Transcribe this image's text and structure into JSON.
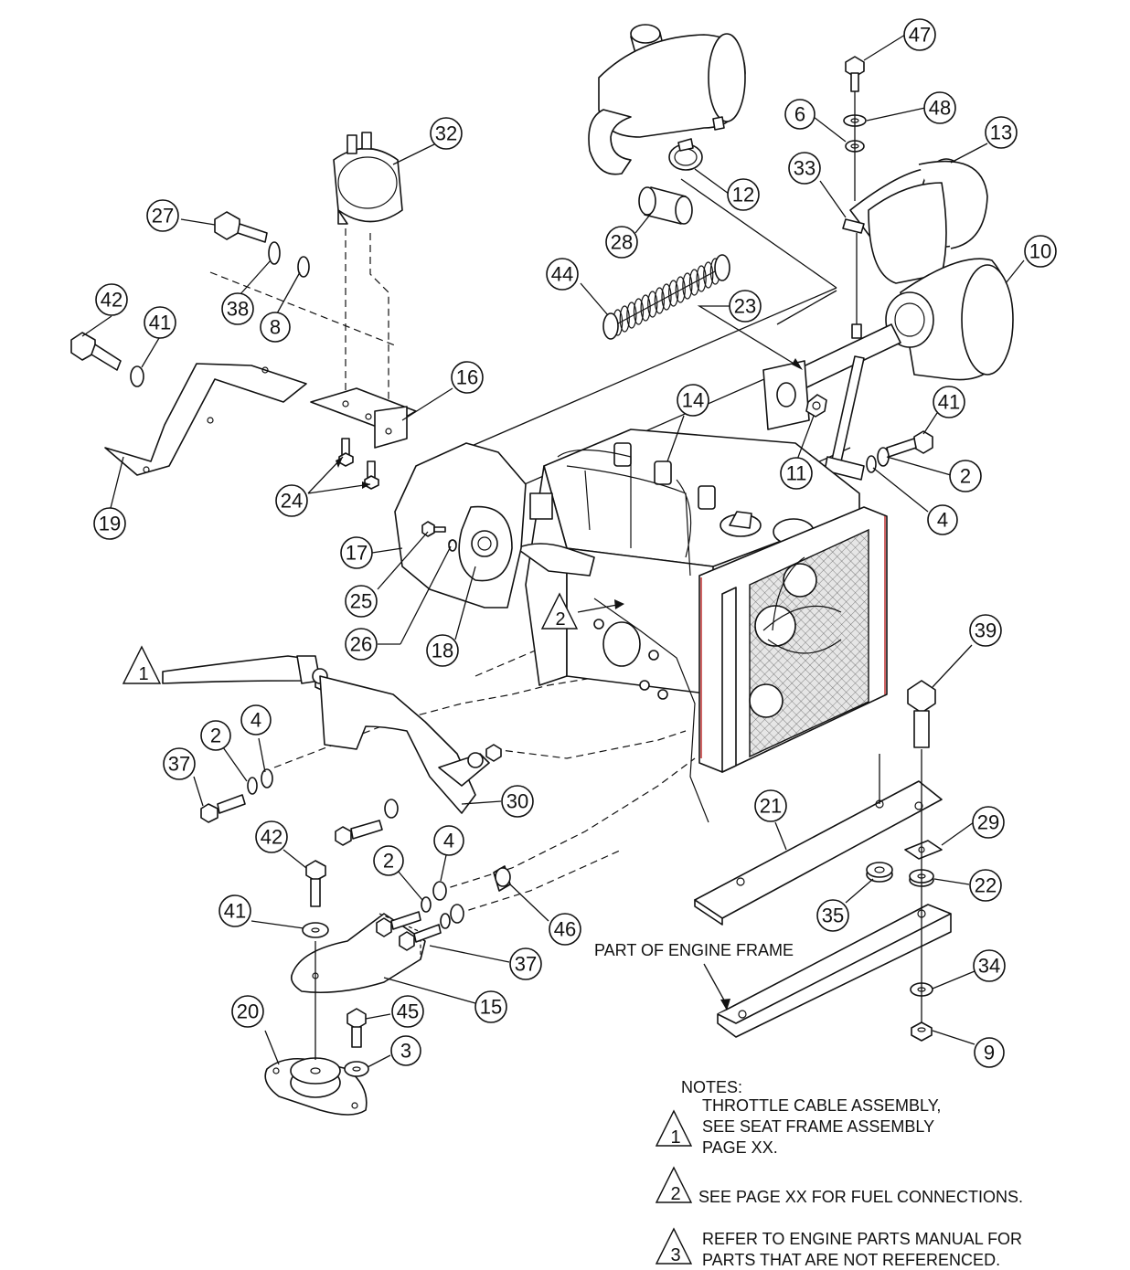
{
  "notes": {
    "heading": "NOTES:",
    "items": [
      {
        "symbol": "1",
        "lines": [
          "THROTTLE CABLE ASSEMBLY,",
          "SEE SEAT FRAME ASSEMBLY",
          "PAGE XX."
        ]
      },
      {
        "symbol": "2",
        "lines": [
          "SEE PAGE XX FOR FUEL CONNECTIONS."
        ]
      },
      {
        "symbol": "3",
        "lines": [
          "REFER TO ENGINE PARTS MANUAL FOR",
          "PARTS THAT ARE NOT REFERENCED."
        ]
      }
    ]
  },
  "frame_label": "PART OF ENGINE FRAME",
  "diagram_markers": {
    "cable_marker": "1",
    "fuel_marker": "2"
  },
  "callouts": [
    {
      "id": "c47",
      "label": "47"
    },
    {
      "id": "c48",
      "label": "48"
    },
    {
      "id": "c6",
      "label": "6"
    },
    {
      "id": "c13",
      "label": "13"
    },
    {
      "id": "c32",
      "label": "32"
    },
    {
      "id": "c33",
      "label": "33"
    },
    {
      "id": "c12",
      "label": "12"
    },
    {
      "id": "c28",
      "label": "28"
    },
    {
      "id": "c10",
      "label": "10"
    },
    {
      "id": "c27",
      "label": "27"
    },
    {
      "id": "c38",
      "label": "38"
    },
    {
      "id": "c8",
      "label": "8"
    },
    {
      "id": "c44",
      "label": "44"
    },
    {
      "id": "c42a",
      "label": "42"
    },
    {
      "id": "c41a",
      "label": "41"
    },
    {
      "id": "c23",
      "label": "23"
    },
    {
      "id": "c16",
      "label": "16"
    },
    {
      "id": "c14",
      "label": "14"
    },
    {
      "id": "c41b",
      "label": "41"
    },
    {
      "id": "c11",
      "label": "11"
    },
    {
      "id": "c2a",
      "label": "2"
    },
    {
      "id": "c24",
      "label": "24"
    },
    {
      "id": "c4a",
      "label": "4"
    },
    {
      "id": "c19",
      "label": "19"
    },
    {
      "id": "c17",
      "label": "17"
    },
    {
      "id": "c25",
      "label": "25"
    },
    {
      "id": "c26",
      "label": "26"
    },
    {
      "id": "c18",
      "label": "18"
    },
    {
      "id": "c39",
      "label": "39"
    },
    {
      "id": "c2b",
      "label": "2"
    },
    {
      "id": "c4b",
      "label": "4"
    },
    {
      "id": "c37a",
      "label": "37"
    },
    {
      "id": "c30",
      "label": "30"
    },
    {
      "id": "c21",
      "label": "21"
    },
    {
      "id": "c29",
      "label": "29"
    },
    {
      "id": "c42b",
      "label": "42"
    },
    {
      "id": "c4c",
      "label": "4"
    },
    {
      "id": "c2c",
      "label": "2"
    },
    {
      "id": "c22",
      "label": "22"
    },
    {
      "id": "c41c",
      "label": "41"
    },
    {
      "id": "c35",
      "label": "35"
    },
    {
      "id": "c46",
      "label": "46"
    },
    {
      "id": "c37b",
      "label": "37"
    },
    {
      "id": "c15",
      "label": "15"
    },
    {
      "id": "c20",
      "label": "20"
    },
    {
      "id": "c45",
      "label": "45"
    },
    {
      "id": "c3",
      "label": "3"
    },
    {
      "id": "c34",
      "label": "34"
    },
    {
      "id": "c9",
      "label": "9"
    }
  ]
}
